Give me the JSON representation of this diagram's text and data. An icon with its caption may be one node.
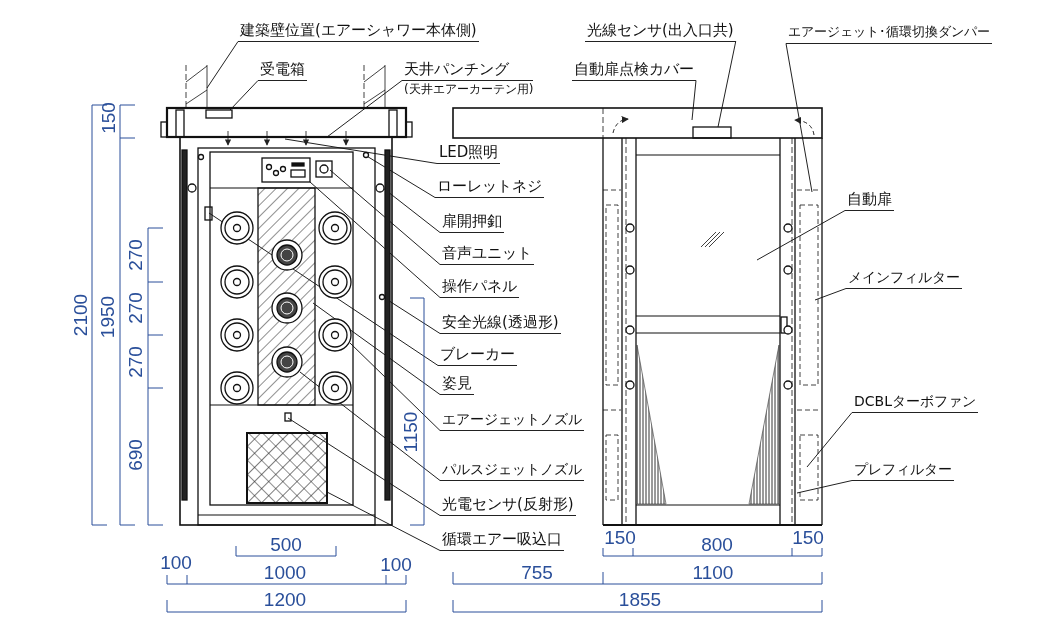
{
  "diagram": {
    "nodes": [
      {
        "text": [
          "建築壁位置(エアーシャワー本体側)"
        ]
      },
      {
        "text": [
          "光線センサ(出入口共)"
        ]
      },
      {
        "text": [
          "エアージェット･循環切換ダンパー"
        ]
      },
      {
        "text": [
          "受電箱"
        ]
      },
      {
        "text": [
          "天井パンチング",
          "(天井エアーカーテン用)"
        ]
      },
      {
        "text": [
          "自動扉点検カバー"
        ]
      },
      {
        "text": [
          "LED照明"
        ]
      },
      {
        "text": [
          "ローレットネジ"
        ]
      },
      {
        "text": [
          "自動扉"
        ]
      },
      {
        "text": [
          "扉開押釦"
        ]
      },
      {
        "text": [
          "音声ユニット"
        ]
      },
      {
        "text": [
          "メインフィルター"
        ]
      },
      {
        "text": [
          "操作パネル"
        ]
      },
      {
        "text": [
          "安全光線(透過形)"
        ]
      },
      {
        "text": [
          "ブレーカー"
        ]
      },
      {
        "text": [
          "姿見"
        ]
      },
      {
        "text": [
          "DCBLターボファン"
        ]
      },
      {
        "text": [
          "エアージェットノズル"
        ]
      },
      {
        "text": [
          "パルスジェットノズル"
        ]
      },
      {
        "text": [
          "プレフィルター"
        ]
      },
      {
        "text": [
          "光電センサ(反射形)"
        ]
      },
      {
        "text": [
          "循環エアー吸込口"
        ]
      }
    ],
    "edges": [
      {
        "from": 0,
        "to": null,
        "arrow": "none"
      },
      {
        "from": 1,
        "to": null,
        "arrow": "none"
      },
      {
        "from": 2,
        "to": null,
        "arrow": "none"
      },
      {
        "from": 3,
        "to": null,
        "arrow": "none"
      },
      {
        "from": 4,
        "to": null,
        "arrow": "none"
      },
      {
        "from": 5,
        "to": null,
        "arrow": "none"
      },
      {
        "from": 6,
        "to": null,
        "arrow": "none"
      },
      {
        "from": 7,
        "to": null,
        "arrow": "none"
      },
      {
        "from": 8,
        "to": null,
        "arrow": "none"
      },
      {
        "from": 9,
        "to": null,
        "arrow": "none"
      },
      {
        "from": 10,
        "to": null,
        "arrow": "none"
      },
      {
        "from": 11,
        "to": null,
        "arrow": "none"
      },
      {
        "from": 12,
        "to": null,
        "arrow": "none"
      },
      {
        "from": 13,
        "to": null,
        "arrow": "none"
      },
      {
        "from": 14,
        "to": null,
        "arrow": "none"
      },
      {
        "from": 15,
        "to": null,
        "arrow": "none"
      },
      {
        "from": 16,
        "to": null,
        "arrow": "none"
      },
      {
        "from": 17,
        "to": null,
        "arrow": "none"
      },
      {
        "from": 18,
        "to": null,
        "arrow": "none"
      },
      {
        "from": 19,
        "to": null,
        "arrow": "none"
      },
      {
        "from": 20,
        "to": null,
        "arrow": "none"
      },
      {
        "from": 21,
        "to": null,
        "arrow": "none"
      }
    ],
    "labels": [
      "150",
      "2100",
      "1950",
      "270",
      "270",
      "270",
      "690",
      "1150",
      "500",
      "150",
      "800",
      "150",
      "100",
      "1000",
      "100",
      "755",
      "1100",
      "1200",
      "1855"
    ]
  }
}
